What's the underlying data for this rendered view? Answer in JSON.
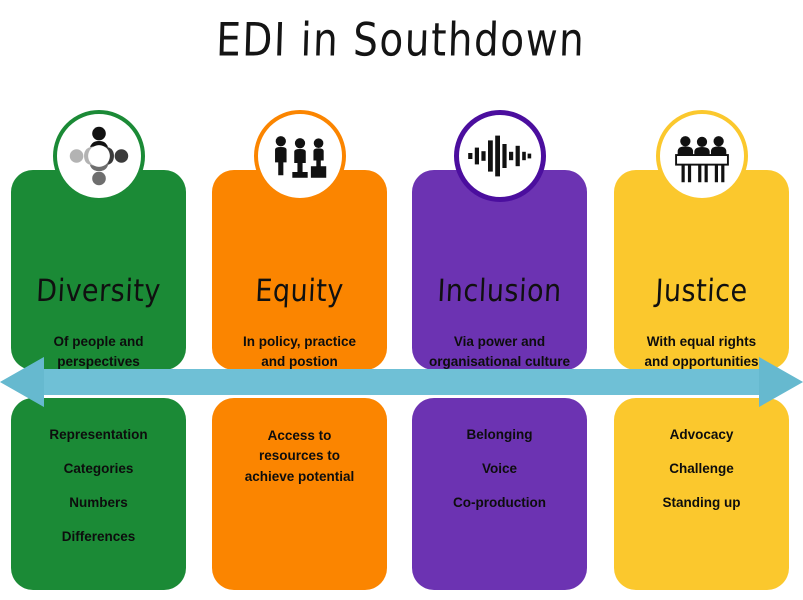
{
  "title": "EDI in Southdown",
  "palette": {
    "green": "#1B8A36",
    "orange": "#FB8500",
    "purple": "#6C33B2",
    "yellow": "#FBC82D",
    "arrow": "#6FC0D6",
    "arrow_shade": "#5FB3CB",
    "background": "#FFFFFF",
    "text": "#0D0D0D"
  },
  "arrow": {
    "name": "spectrum-arrow",
    "direction": "double-headed",
    "orientation": "horizontal"
  },
  "columns": [
    {
      "id": "diversity",
      "heading": "Diversity",
      "subtitle": "Of people and\nperspectives",
      "subtitle_line1": "Of people and",
      "subtitle_line2": "perspectives",
      "color": "#1B8A36",
      "ring_color": "#1B8A36",
      "icon": "people-circle-icon",
      "bullets": [
        "Representation",
        "Categories",
        "Numbers",
        "Differences"
      ],
      "bullets_spacing": "wide"
    },
    {
      "id": "equity",
      "heading": "Equity",
      "subtitle": "In policy, practice\nand postion",
      "subtitle_line1": "In policy, practice",
      "subtitle_line2": "and postion",
      "color": "#FB8500",
      "ring_color": "#FB8500",
      "icon": "people-on-boxes-icon",
      "bullets": [
        "Access to",
        "resources to",
        "achieve potential"
      ],
      "bullets_spacing": "tight"
    },
    {
      "id": "inclusion",
      "heading": "Inclusion",
      "subtitle": "Via power and\norganisational culture",
      "subtitle_line1": "Via power and",
      "subtitle_line2": "organisational culture",
      "color": "#6C33B2",
      "ring_color": "#4B0E9E",
      "icon": "sound-waveform-icon",
      "bullets": [
        "Belonging",
        "Voice",
        "Co-production"
      ],
      "bullets_spacing": "wide"
    },
    {
      "id": "justice",
      "heading": "Justice",
      "subtitle": "With equal rights\nand opportunities",
      "subtitle_line1": "With equal rights",
      "subtitle_line2": "and opportunities",
      "color": "#FBC82D",
      "ring_color": "#FBC82D",
      "icon": "protest-banner-icon",
      "bullets": [
        "Advocacy",
        "Challenge",
        "Standing up"
      ],
      "bullets_spacing": "wide"
    }
  ]
}
